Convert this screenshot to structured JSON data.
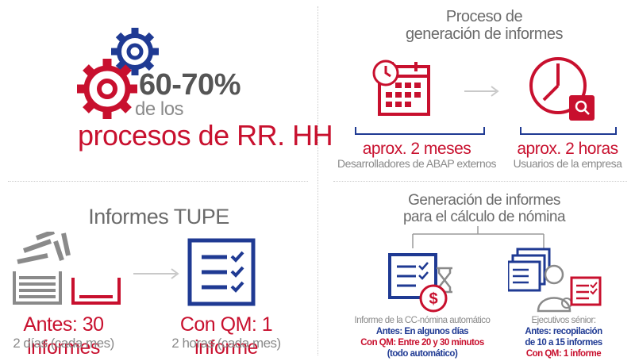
{
  "colors": {
    "red": "#c8102e",
    "blue": "#1f3a93",
    "gray": "#6b6b6b"
  },
  "left_top": {
    "percent": "60-70%",
    "de_los": "de los",
    "procesos": "procesos de RR. HH"
  },
  "tupe": {
    "title": "Informes TUPE",
    "before_label": "Antes: 30 informes",
    "before_sub": "2 días (cada mes)",
    "after_label": "Con QM: 1 informe",
    "after_sub": "2 horas (cada mes)"
  },
  "proceso": {
    "title_line1": "Proceso de",
    "title_line2": "generación de informes",
    "left_value": "aprox. 2 meses",
    "left_sub": "Desarrolladores de ABAP externos",
    "right_value": "aprox. 2 horas",
    "right_sub": "Usuarios de la empresa"
  },
  "nomina": {
    "title_line1": "Generación de informes",
    "title_line2": "para el cálculo de nómina",
    "left": {
      "line1": "Informe de la CC-nómina automático",
      "line2": "Antes: En algunos días",
      "line3": "Con QM: Entre 20 y 30 minutos",
      "line4": "(todo automático)"
    },
    "right": {
      "line1": "Ejecutivos sénior:",
      "line2": "Antes: recopilación",
      "line3": "de 10 a 15 informes",
      "line4": "Con QM: 1 informe"
    }
  }
}
